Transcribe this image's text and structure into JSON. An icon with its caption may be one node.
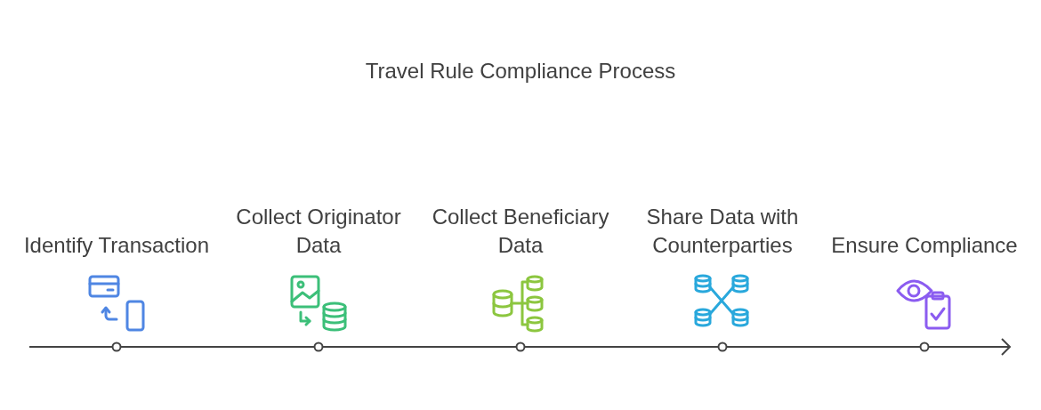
{
  "diagram": {
    "title": "Travel Rule Compliance Process",
    "nodes": [
      {
        "text": [
          "Identify Transaction"
        ]
      },
      {
        "text": [
          "Collect Originator Data"
        ]
      },
      {
        "text": [
          "Collect Beneficiary Data"
        ]
      },
      {
        "text": [
          "Share Data with Counterparties"
        ]
      },
      {
        "text": [
          "Ensure Compliance"
        ]
      }
    ],
    "edges": []
  }
}
